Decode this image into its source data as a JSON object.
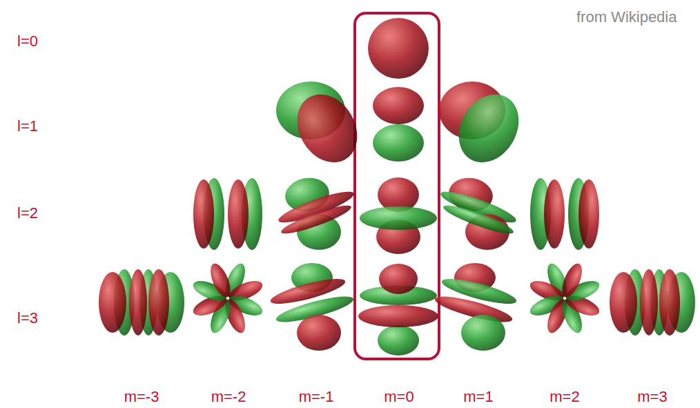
{
  "diagram": {
    "labels": [
      "from Wikipedia",
      "l=0",
      "l=1",
      "l=2",
      "l=3",
      "m=-3",
      "m=-2",
      "m=-1",
      "m=0",
      "m=1",
      "m=2",
      "m=3"
    ]
  }
}
